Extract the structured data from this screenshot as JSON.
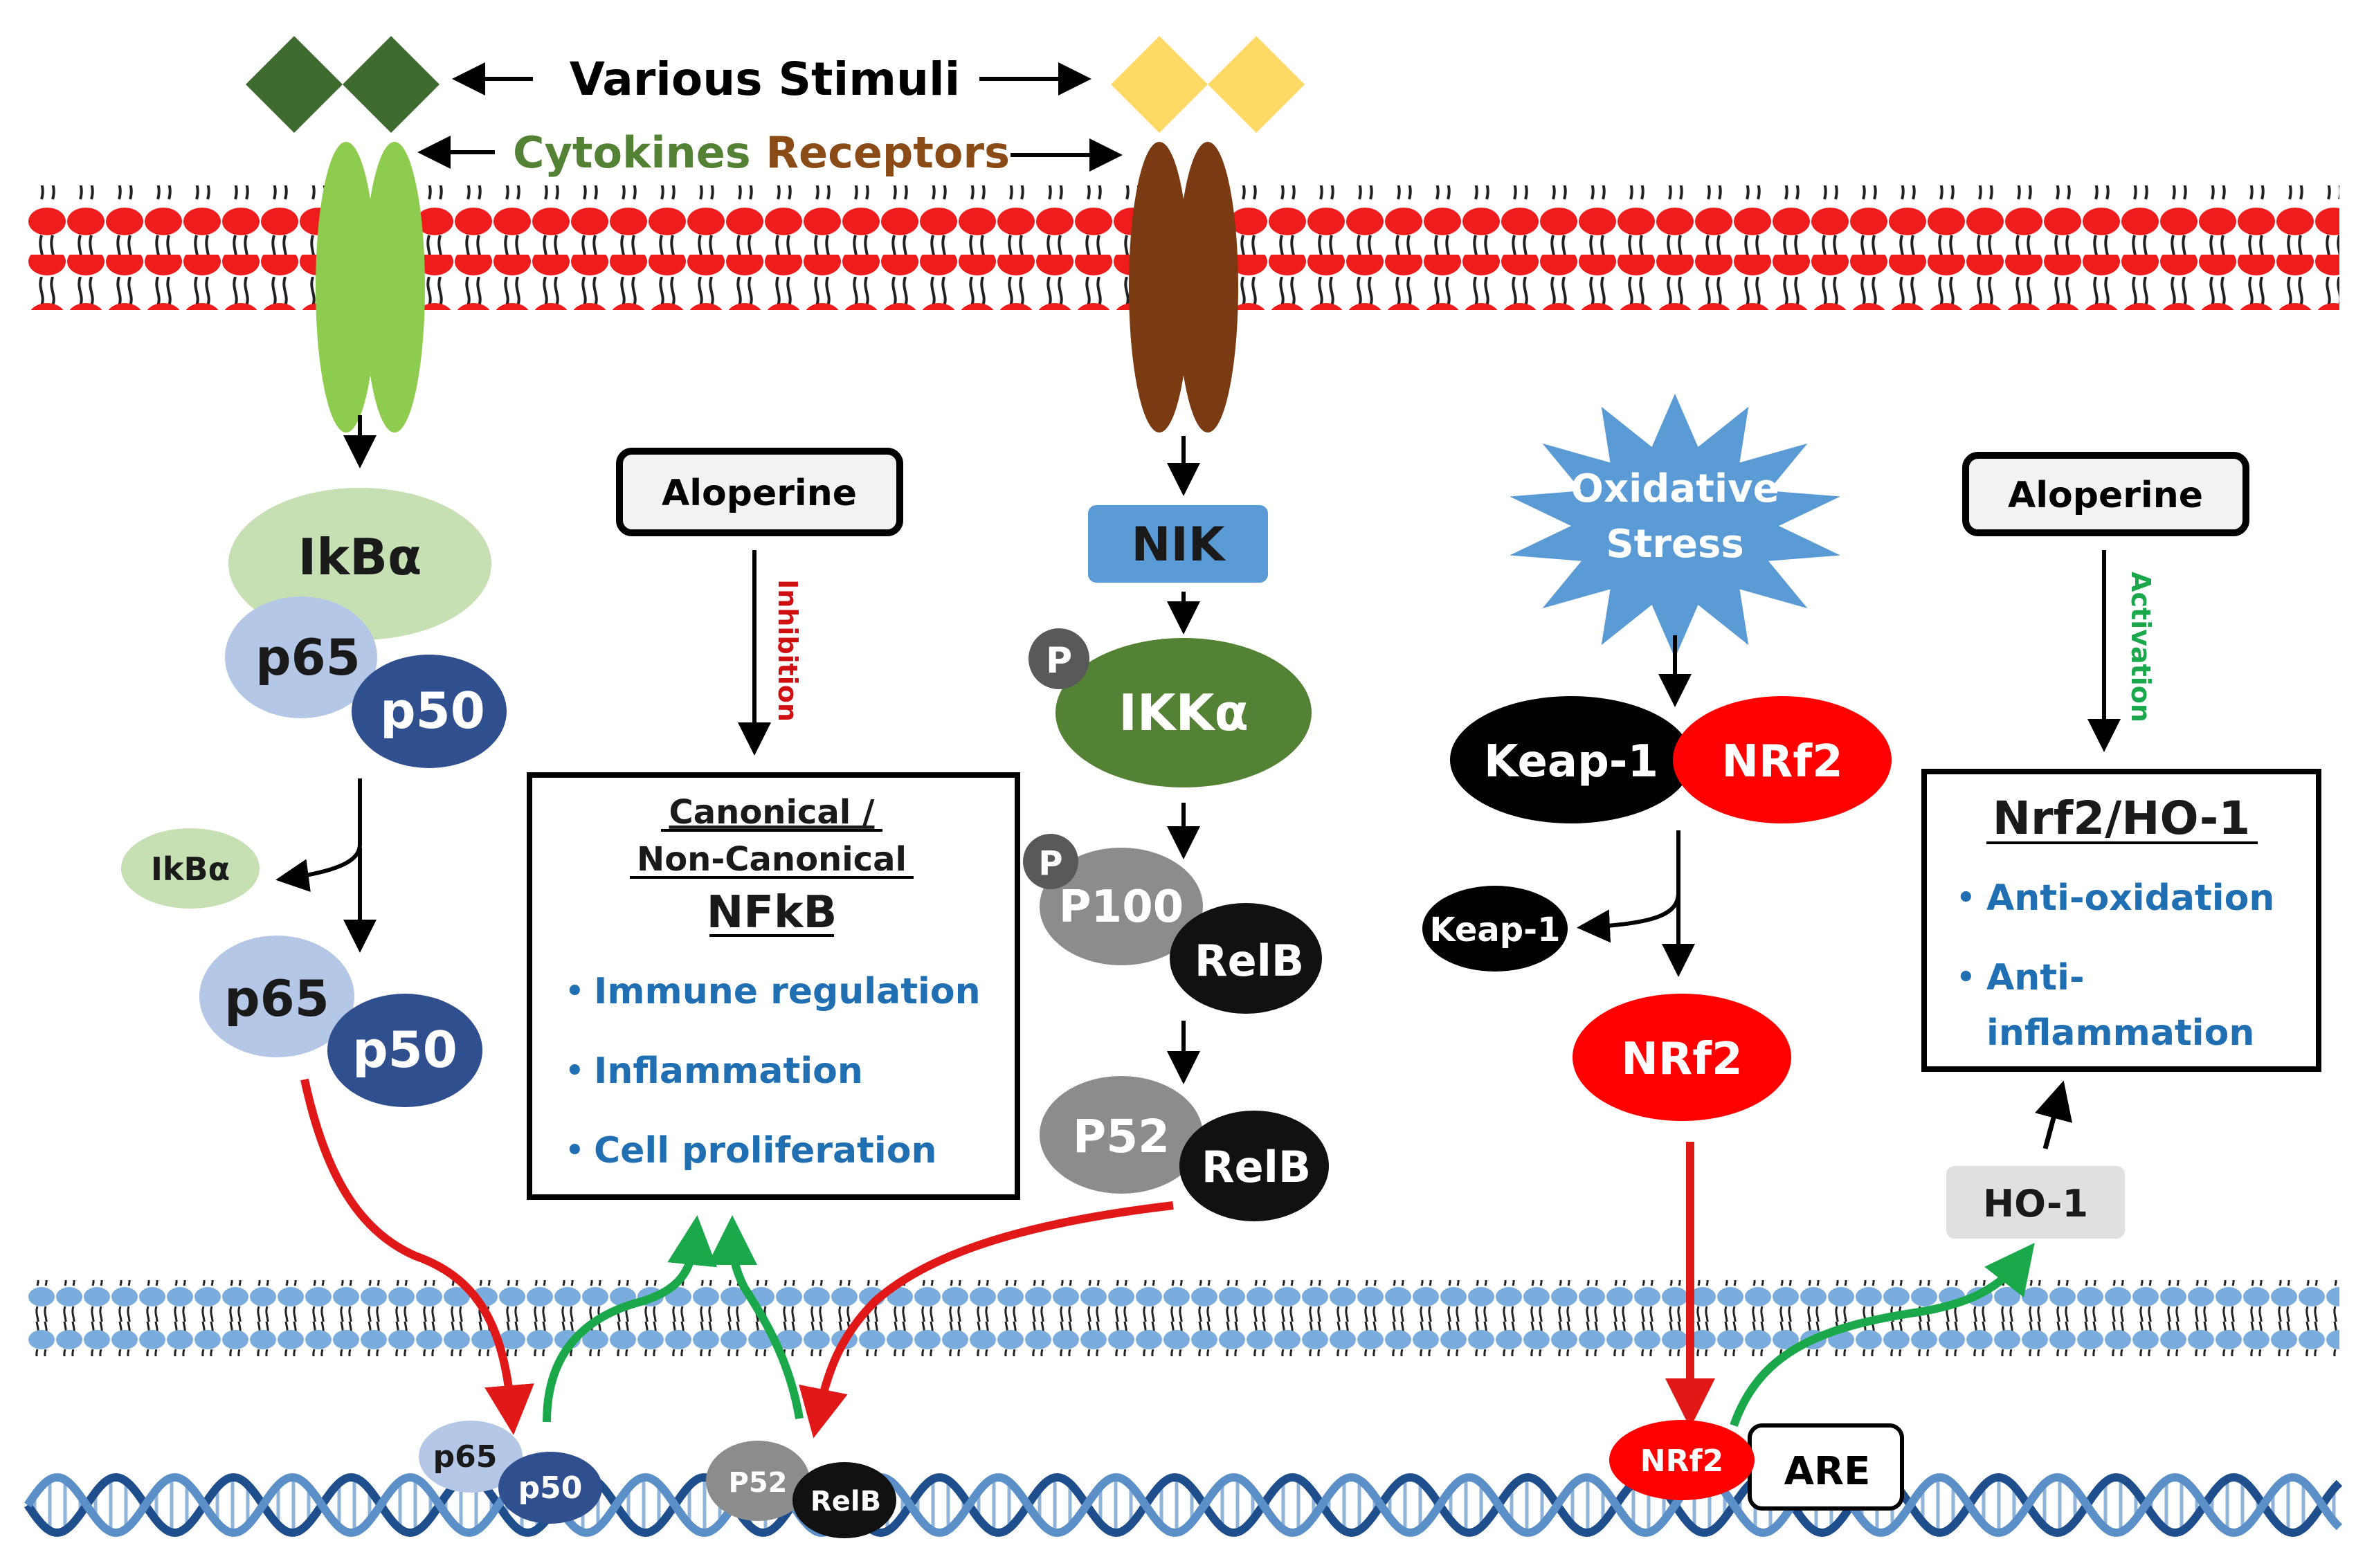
{
  "top": {
    "various_stimuli": "Various Stimuli",
    "cytokines": "Cytokines",
    "receptors": "Receptors"
  },
  "canonical": {
    "ikba": "IkBα",
    "p65": "p65",
    "p50": "p50",
    "ikba_released": "IkBα",
    "p65_free": "p65",
    "p50_free": "p50",
    "p65_dna": "p65",
    "p50_dna": "p50"
  },
  "aloperine_left": {
    "label": "Aloperine",
    "arrow_label": "Inhibition"
  },
  "nfkb_box": {
    "line1": "Canonical /",
    "line2": "Non-Canonical",
    "line3": "NFkB",
    "bullets": [
      "Immune regulation",
      "Inflammation",
      "Cell proliferation"
    ]
  },
  "noncanonical": {
    "nik": "NIK",
    "p_marker": "P",
    "ikka": "IKKα",
    "p100": "P100",
    "relb": "RelB",
    "p52": "P52",
    "relb2": "RelB",
    "p52_dna": "P52",
    "relb_dna": "RelB"
  },
  "nrf2_path": {
    "oxidative": "Oxidative",
    "stress": "Stress",
    "keap1": "Keap-1",
    "nrf2": "NRf2",
    "keap1_released": "Keap-1",
    "nrf2_free": "NRf2",
    "nrf2_dna": "NRf2",
    "are": "ARE",
    "ho1": "HO-1"
  },
  "aloperine_right": {
    "label": "Aloperine",
    "arrow_label": "Activation"
  },
  "nrf2_box": {
    "title": "Nrf2/HO-1",
    "bullet1": "Anti-oxidation",
    "bullet2a": "Anti-",
    "bullet2b": "inflammation"
  },
  "colors": {
    "membrane_red": "#ee1c1c",
    "nuclear_blue": "#7aaddd",
    "receptor_green": "#8dcc4e",
    "receptor_brown": "#7a3a12",
    "stimulus_dark_green": "#3d6b2e",
    "stimulus_yellow": "#ffd966",
    "text_blue": "#1f6fb2",
    "arrow_red": "#e01818",
    "arrow_green": "#1aa84a",
    "nik_blue": "#5b9bd5",
    "ikka_green": "#548235",
    "cytokines_green": "#548235",
    "receptors_brown": "#8a4b17",
    "inhibition_red": "#d01010",
    "activation_green": "#1aa84a"
  }
}
